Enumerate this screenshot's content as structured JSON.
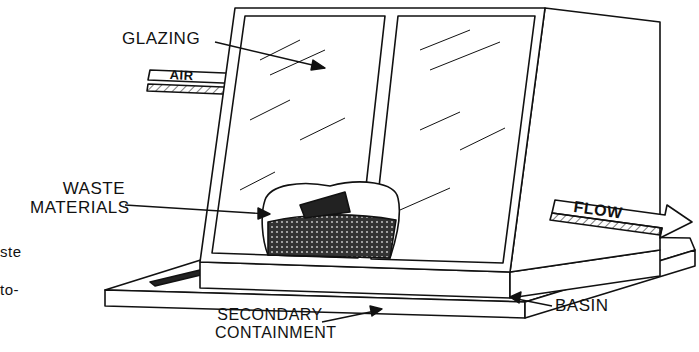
{
  "diagram": {
    "labels": [
      "GLAZING",
      "WASTE MATERIALS",
      "SECONDARY CONTAINMENT",
      "BASIN",
      "AIR",
      "FLOW",
      "ste",
      "to-"
    ]
  }
}
